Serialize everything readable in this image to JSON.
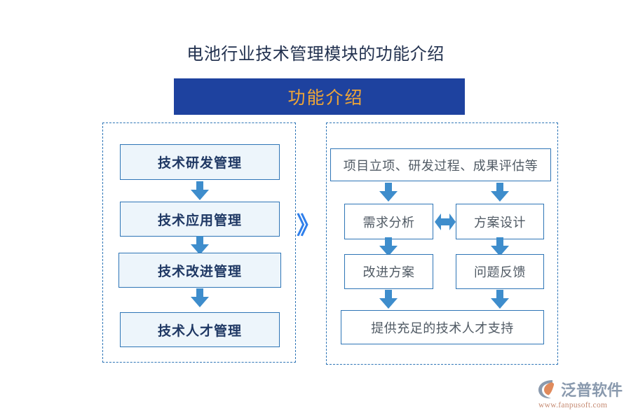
{
  "page": {
    "title": "电池行业技术管理模块的功能介绍",
    "banner_label": "功能介绍"
  },
  "colors": {
    "banner_bg": "#1E429F",
    "banner_text": "#F0A636",
    "box_border": "#2E75B6",
    "left_box_fill": "#EDF5FB",
    "left_box_text": "#1F3864",
    "right_box_text": "#505A64",
    "arrow": "#3E8DCC",
    "chevron": "#2F7FEB",
    "title_text": "#22314F",
    "logo_text": "#8A9AAE",
    "logo_url": "#C58A72",
    "logo_accent": "#E08A5C"
  },
  "left_group": {
    "nodes": [
      {
        "label": "技术研发管理"
      },
      {
        "label": "技术应用管理"
      },
      {
        "label": "技术改进管理"
      },
      {
        "label": "技术人才管理"
      }
    ]
  },
  "connector": {
    "glyph": "》"
  },
  "right_group": {
    "top_node": {
      "label": "项目立项、研发过程、成果评估等"
    },
    "mid_nodes": [
      {
        "label": "需求分析"
      },
      {
        "label": "方案设计"
      },
      {
        "label": "改进方案"
      },
      {
        "label": "问题反馈"
      }
    ],
    "bottom_node": {
      "label": "提供充足的技术人才支持"
    }
  },
  "logo": {
    "name": "泛普软件",
    "url": "www.fanpusoft.com"
  }
}
